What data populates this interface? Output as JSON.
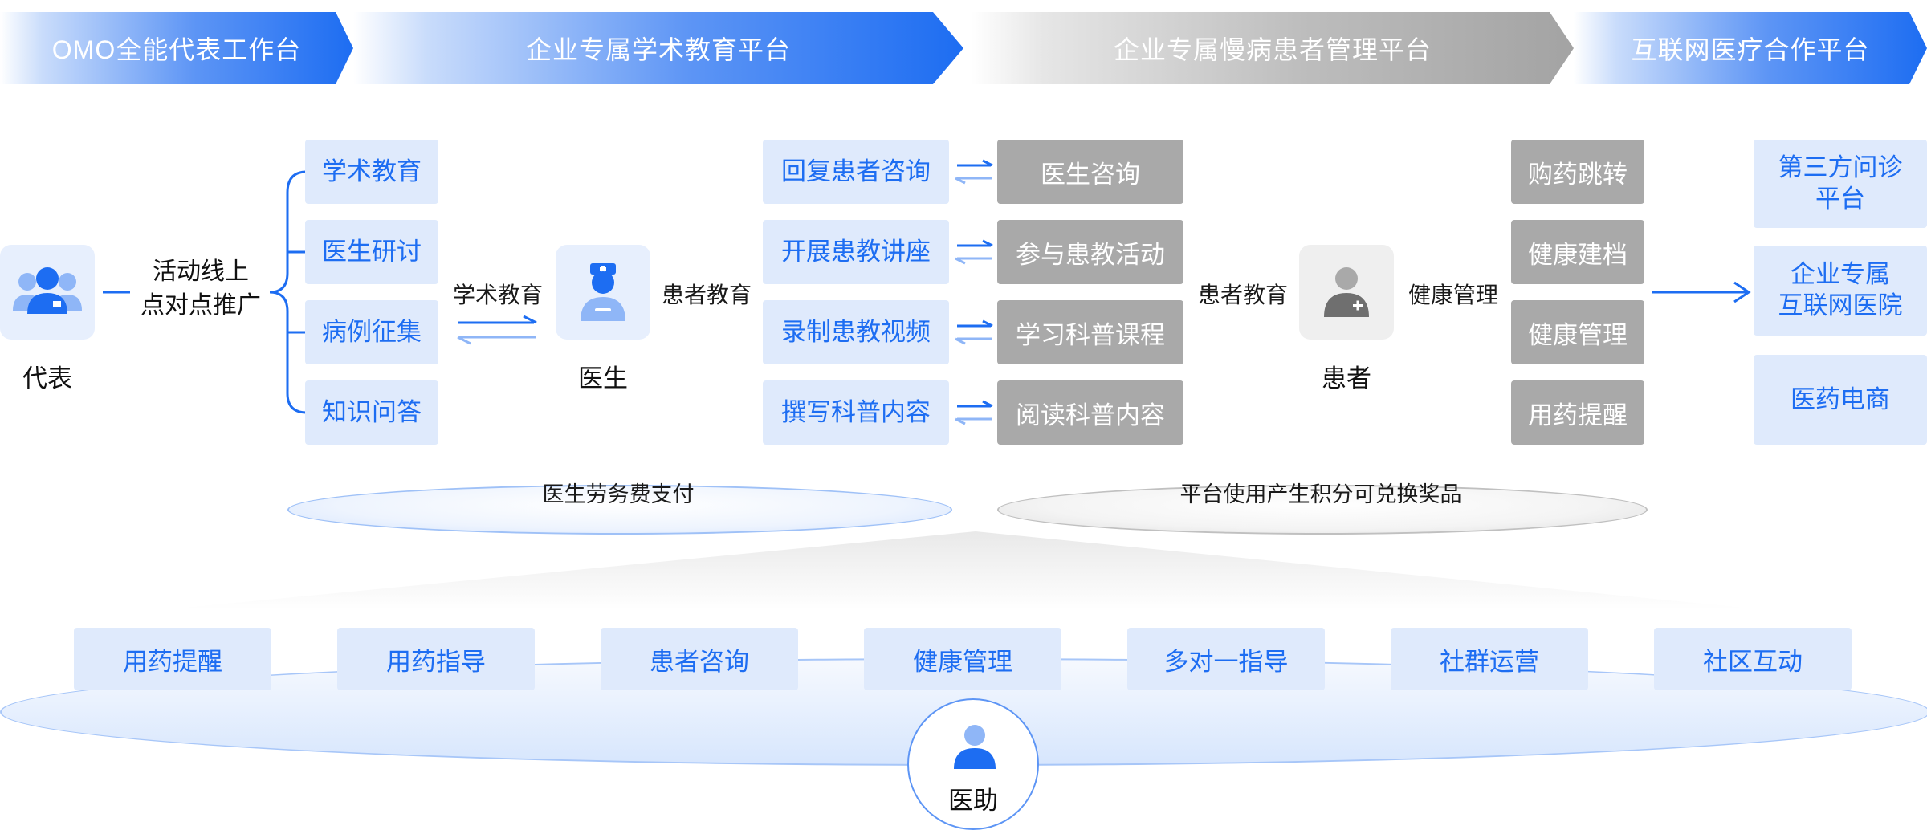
{
  "banners": [
    "OMO全能代表工作台",
    "企业专属学术教育平台",
    "企业专属慢病患者管理平台",
    "互联网医疗合作平台"
  ],
  "rep": {
    "name": "代表",
    "promo": "活动线上\n点对点推广",
    "items": [
      "学术教育",
      "医生研讨",
      "病例征集",
      "知识问答"
    ],
    "arrow_label": "学术教育"
  },
  "doctor": {
    "name": "医生",
    "edu_label": "患者教育",
    "actions": [
      "回复患者咨询",
      "开展患教讲座",
      "录制患教视频",
      "撰写科普内容"
    ]
  },
  "patient_actions": [
    "医生咨询",
    "参与患教活动",
    "学习科普课程",
    "阅读科普内容"
  ],
  "patient": {
    "name": "患者",
    "left_label": "患者教育",
    "right_label": "健康管理",
    "services": [
      "购药跳转",
      "健康建档",
      "健康管理",
      "用药提醒"
    ]
  },
  "partners": [
    "第三方问诊\n平台",
    "企业专属\n互联网医院",
    "医药电商"
  ],
  "platform_labels": {
    "left": "医生劳务费支付",
    "right": "平台使用产生积分可兑换奖品"
  },
  "assistant": {
    "name": "医助",
    "services": [
      "用药提醒",
      "用药指导",
      "患者咨询",
      "健康管理",
      "多对一指导",
      "社群运营",
      "社区互动"
    ]
  },
  "colors": {
    "blue": "#1d6df2",
    "light_blue": "#dfeafc",
    "gray_box": "#a9a9a9"
  }
}
